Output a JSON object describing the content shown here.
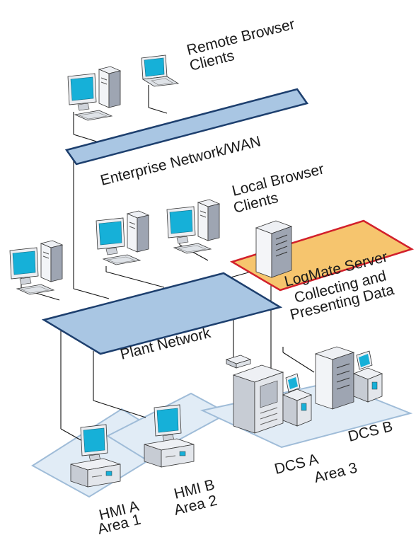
{
  "labels": {
    "remote_clients_1": "Remote Browser",
    "remote_clients_2": "Clients",
    "enterprise_network": "Enterprise Network/WAN",
    "local_clients_1": "Local Browser",
    "local_clients_2": "Clients",
    "logmate_1": "LogMate Server",
    "logmate_2": "Collecting and",
    "logmate_3": "Presenting Data",
    "plant_network": "Plant Network",
    "dcs_a": "DCS A",
    "dcs_b": "DCS B",
    "area_3": "Area 3",
    "hmi_a": "HMI A",
    "area_1": "Area 1",
    "hmi_b": "HMI B",
    "area_2": "Area 2"
  },
  "colors": {
    "network_fill": "#a9c6e3",
    "network_stroke": "#1d3f6e",
    "server_zone_fill": "#f6c56e",
    "server_zone_stroke": "#d2202b",
    "area_fill": "#e1ecf6",
    "area_stroke": "#9fbcd8",
    "screen": "#16b0d8",
    "device": "#d7dbe2"
  }
}
